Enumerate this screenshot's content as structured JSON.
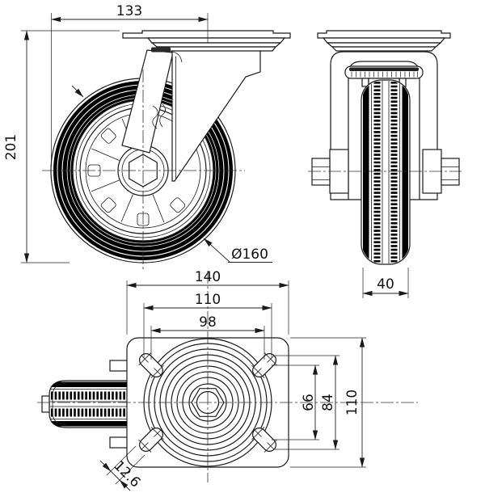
{
  "drawing": {
    "type": "technical-orthographic-views",
    "subject": "swivel caster wheel",
    "views": {
      "front": {
        "dimensions": {
          "swivel_radius": "133",
          "overall_height": "201",
          "wheel_diameter": "Ø160"
        }
      },
      "side": {
        "dimensions": {
          "wheel_width": "40"
        }
      },
      "top": {
        "dimensions": {
          "plate_width": "140",
          "hole_span_outer": "110",
          "hole_span_inner": "98",
          "slot_center_span": "66",
          "slot_outer_span": "84",
          "plate_depth": "110",
          "slot_width": "12.6"
        }
      }
    }
  },
  "colors": {
    "line": "#1a1a1a",
    "dimension_line": "#222222",
    "tread_fill": "#000000",
    "background": "#ffffff"
  },
  "icons": {
    "dimension_arrow": "filled-triangle",
    "centerline": "dash-dot-line",
    "brand_logo": "stylized-script-mark"
  }
}
